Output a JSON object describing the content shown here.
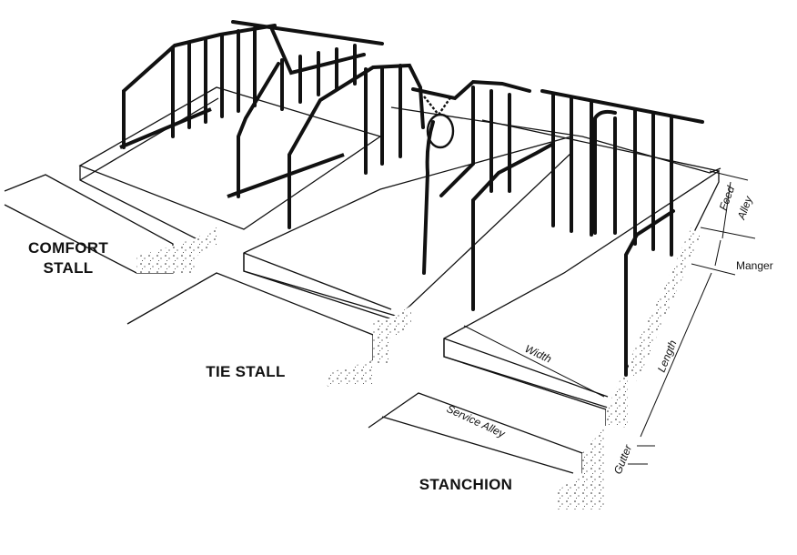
{
  "labels": {
    "comfort_stall_line1": "COMFORT",
    "comfort_stall_line2": "STALL",
    "tie_stall": "TIE STALL",
    "stanchion": "STANCHION"
  },
  "dimensions": {
    "feed_alley_line1": "Feed",
    "feed_alley_line2": "Alley",
    "manger": "Manger",
    "length": "Length",
    "width": "Width",
    "service_alley": "Service Alley",
    "gutter": "Gutter"
  }
}
